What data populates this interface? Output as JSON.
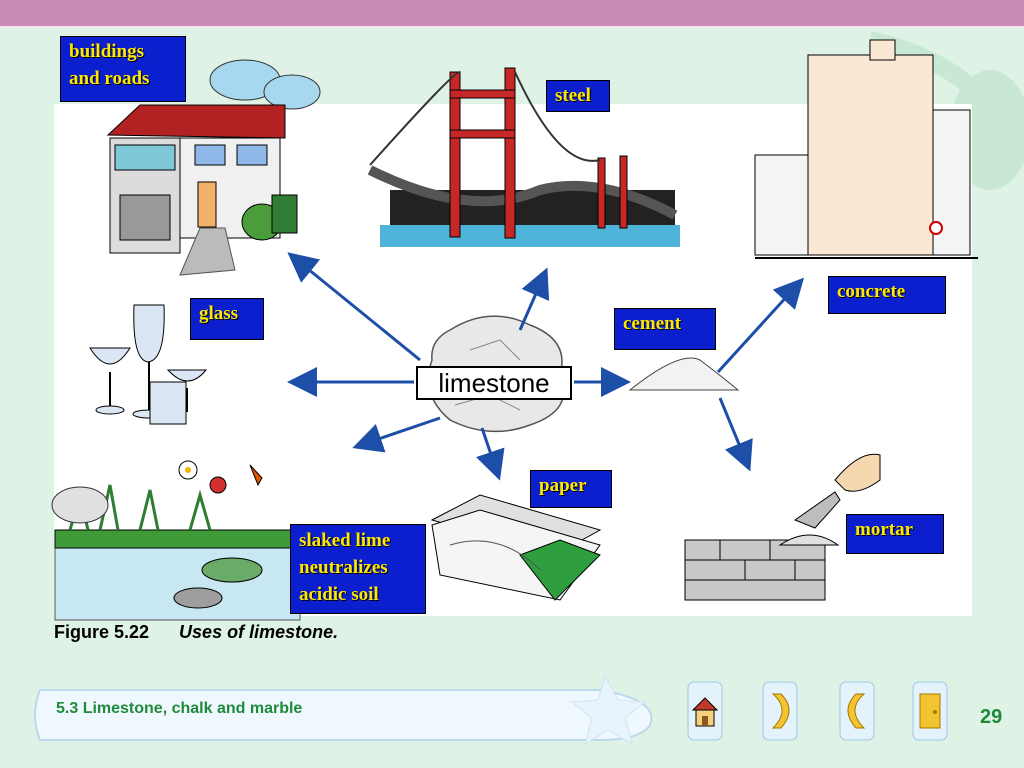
{
  "labels": {
    "buildings": "buildings\nand roads",
    "steel": "steel",
    "concrete": "concrete",
    "glass": "glass",
    "cement": "cement",
    "paper": "paper",
    "slaked_lime": "slaked lime\nneutralizes\nacidic soil",
    "mortar": "mortar",
    "limestone": "limestone"
  },
  "caption": {
    "number": "Figure 5.22",
    "title": "Uses of limestone."
  },
  "footer": {
    "section": "5.3  Limestone, chalk and marble",
    "page": "29"
  },
  "colors": {
    "label_bg": "#0b1fcf",
    "label_text": "#ffe800",
    "arrow": "#1d4fa8",
    "accent_green": "#1f8a3a",
    "top_bar": "#c98bb8"
  },
  "icons": [
    "home-icon",
    "back-arrow-icon",
    "forward-arrow-icon",
    "exit-door-icon"
  ]
}
